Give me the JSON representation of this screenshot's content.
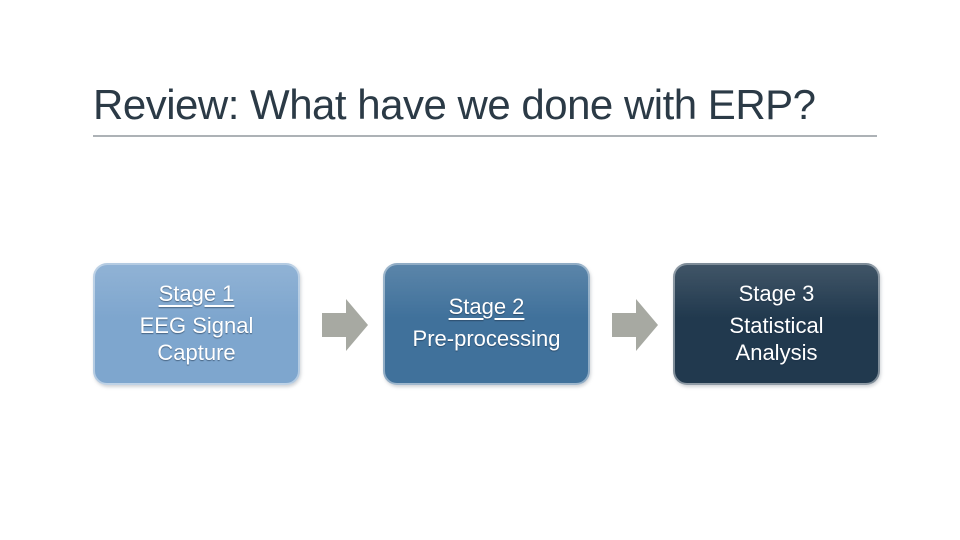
{
  "slide": {
    "title": "Review: What have we done with ERP?",
    "stages": [
      {
        "heading": "Stage 1",
        "body": "EEG Signal Capture"
      },
      {
        "heading": "Stage 2",
        "body": "Pre-processing"
      },
      {
        "heading": "Stage 3",
        "body": "Statistical Analysis"
      }
    ],
    "icons": {
      "between_stages": "forward-arrow-icon"
    },
    "colors": {
      "background": "#FFFFFF",
      "title_text": "#2B3A46",
      "title_rule": "#ADB2B6",
      "stage1_fill": "#7EA6CE",
      "stage2_fill": "#40719B",
      "stage3_fill": "#21394E",
      "stage_text": "#FFFFFF",
      "arrow_fill": "#A7A9A2"
    }
  }
}
